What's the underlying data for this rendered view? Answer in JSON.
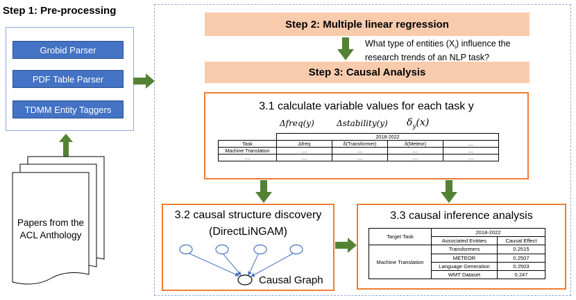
{
  "step1": {
    "title": "Step 1: Pre-processing",
    "buttons": [
      "Grobid Parser",
      "PDF Table Parser",
      "TDMM Entity Taggers"
    ],
    "papers_line1": "Papers from the",
    "papers_line2": "ACL Anthology"
  },
  "step2": {
    "title": "Step 2: Multiple linear regression",
    "question_line1": "What type of entities (X",
    "question_sub": "i",
    "question_line1_end": ") influence the",
    "question_line2": "research trends of an NLP task?"
  },
  "step3": {
    "title": "Step 3: Causal Analysis"
  },
  "step31": {
    "title": "3.1 calculate variable values for each task y",
    "formulas": [
      "Δfreq(y)",
      "Δstability(y)",
      "δy(x)"
    ],
    "table": {
      "period": "2018-2022",
      "header": [
        "Task",
        "Δfreq",
        "δ(Transformer)",
        "δ(Meteor)",
        "...."
      ],
      "rows": [
        [
          "Machine Translation",
          "....",
          "....",
          "....",
          "...."
        ],
        [
          "....",
          "....",
          "....",
          "....",
          "...."
        ]
      ]
    }
  },
  "step32": {
    "title": "3.2 causal structure discovery",
    "subtitle": "(DirectLiNGAM)",
    "graph_label": "Causal Graph"
  },
  "step33": {
    "title": "3.3 causal inference analysis",
    "table": {
      "col_target": "Target Task",
      "period": "2018-2022",
      "col_entities": "Associated Entities",
      "col_effect": "Causal Effect",
      "task": "Machine Translation",
      "rows": [
        {
          "entity": "Transformers",
          "effect": "0.2515"
        },
        {
          "entity": "METEOR",
          "effect": "0.2507"
        },
        {
          "entity": "Language Generation",
          "effect": "0.2503"
        },
        {
          "entity": "WMT Dataset",
          "effect": "0.247"
        }
      ]
    }
  },
  "colors": {
    "blue_button": "#4472c4",
    "frame_blue": "#8eaadb",
    "peach": "#f8cbad",
    "orange": "#ed7d31",
    "arrow_green": "#548235",
    "graph_blue": "#4472c4"
  }
}
